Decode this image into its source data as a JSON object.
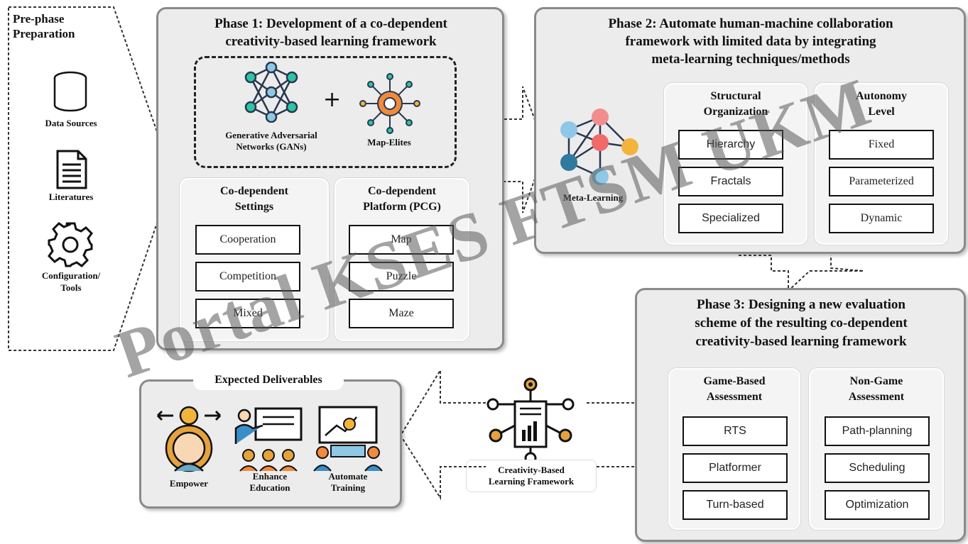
{
  "pre_phase": {
    "title": "Pre-phase\nPreparation",
    "items": [
      "Data Sources",
      "Literatures",
      "Configuration/\nTools"
    ]
  },
  "phase1": {
    "title": "Phase 1: Development of a co-dependent\ncreativity-based learning framework",
    "gan_label": "Generative Adversarial\nNetworks (GANs)",
    "plus": "+",
    "map_elites_label": "Map-Elites",
    "settings": {
      "title": "Co-dependent\nSettings",
      "items": [
        "Cooperation",
        "Competition",
        "Mixed"
      ]
    },
    "platform": {
      "title": "Co-dependent\nPlatform (PCG)",
      "items": [
        "Map",
        "Puzzle",
        "Maze"
      ]
    }
  },
  "phase2": {
    "title": "Phase 2: Automate human-machine collaboration\nframework with limited data by integrating\nmeta-learning techniques/methods",
    "meta_label": "Meta-Learning",
    "structural": {
      "title": "Structural\nOrganization",
      "items": [
        "Hierarchy",
        "Fractals",
        "Specialized"
      ]
    },
    "autonomy": {
      "title": "Autonomy\nLevel",
      "items": [
        "Fixed",
        "Parameterized",
        "Dynamic"
      ]
    }
  },
  "phase3": {
    "title": "Phase 3: Designing a new evaluation\nscheme of the resulting co-dependent\ncreativity-based learning framework",
    "game": {
      "title": "Game-Based\nAssessment",
      "items": [
        "RTS",
        "Platformer",
        "Turn-based"
      ]
    },
    "nongame": {
      "title": "Non-Game\nAssessment",
      "items": [
        "Path-planning",
        "Scheduling",
        "Optimization"
      ]
    }
  },
  "framework_label": "Creativity-Based\nLearning Framework",
  "deliverables": {
    "title": "Expected Deliverables",
    "items": [
      "Empower",
      "Enhance\nEducation",
      "Automate\nTraining"
    ]
  },
  "watermark": "Portal KSES FTSM UKM",
  "colors": {
    "teal": "#2ec4a6",
    "navy": "#27384f",
    "orange": "#f08a3c",
    "yellow": "#f3b43c",
    "pink": "#f28d8d",
    "blue": "#8fc8e6",
    "gold": "#e6a23c"
  }
}
